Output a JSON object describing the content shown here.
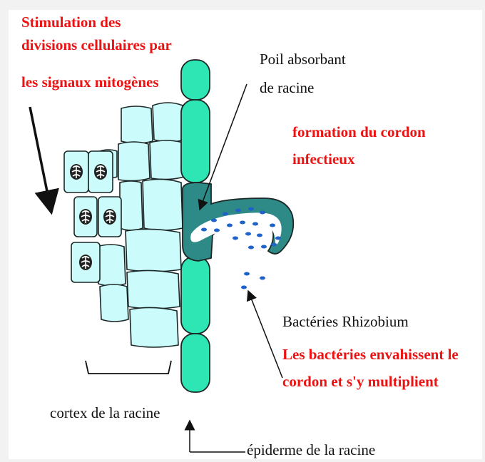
{
  "colors": {
    "cortex_fill": "#ccfbfb",
    "epidermis_fill": "#2ee6b4",
    "root_hair_fill": "#2e8a86",
    "bacteria": "#1f62c9",
    "red_text": "#ee1111",
    "black_text": "#111111"
  },
  "labels": {
    "stimulation": [
      "Stimulation des",
      "divisions cellulaires par",
      "les signaux  mitogènes"
    ],
    "root_hair": [
      "Poil absorbant",
      "de racine"
    ],
    "infection_thread": [
      "formation du cordon",
      "infectieux"
    ],
    "rhizobium": "Bactéries Rhizobium",
    "invasion": [
      "Les bactéries envahissent le",
      "cordon et s'y multiplient"
    ],
    "cortex": "cortex de la racine",
    "epidermis": "épiderme de la racine"
  },
  "icons": [
    "dividing-cell-nucleus-icon",
    "bacterium-dot-icon",
    "arrow-icon"
  ]
}
